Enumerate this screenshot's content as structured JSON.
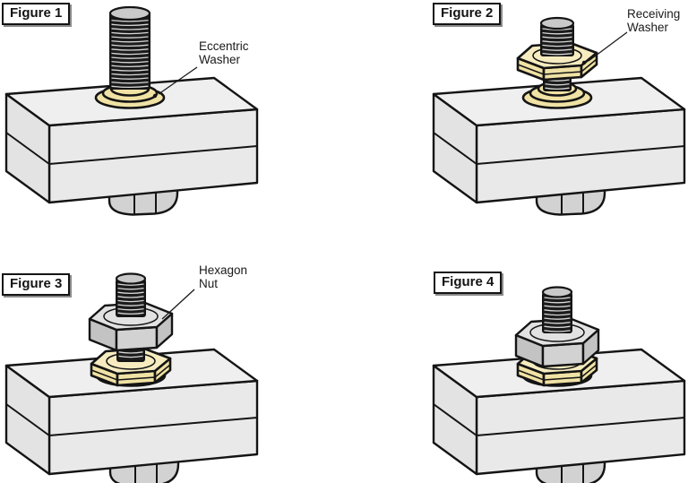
{
  "figures": [
    {
      "label": "Figure 1",
      "annotation": [
        "Eccentric",
        "Washer"
      ]
    },
    {
      "label": "Figure 2",
      "annotation": [
        "Receiving",
        "Washer"
      ]
    },
    {
      "label": "Figure 3",
      "annotation": [
        "Hexagon",
        "Nut"
      ]
    },
    {
      "label": "Figure 4",
      "annotation": []
    }
  ],
  "colors": {
    "background": "#ffffff",
    "block_top": "#efefef",
    "block_front": "#e9e9e9",
    "block_left": "#e3e3e3",
    "washer_yellow": "#f0e2a4",
    "washer_light": "#f6ecc0",
    "metal_gray": "#d2d2d2",
    "metal_light": "#e2e2e2",
    "metal_dark": "#c3c3c3",
    "cap_gray": "#c9c9c9",
    "thread_dark": "#1c1c1c",
    "thread_light": "#d8d8d8"
  }
}
